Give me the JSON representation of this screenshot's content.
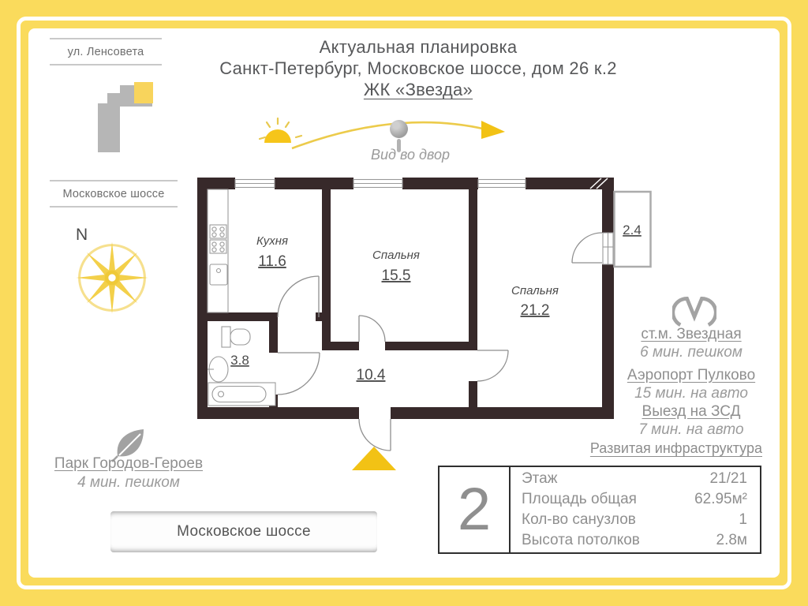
{
  "colors": {
    "frame_yellow": "#FADB5C",
    "accent_yellow": "#F2C215",
    "sun_yellow": "#F6C51A",
    "wall_dark": "#37292A",
    "gray_text": "#8F8F8F",
    "dark_text": "#4C4C4C"
  },
  "header": {
    "line1": "Актуальная планировка",
    "line2": "Санкт-Петербург, Московское шоссе, дом 26 к.2",
    "line3": "ЖК «Звезда»"
  },
  "map": {
    "street_top": "ул. Ленсовета",
    "street_left": "Московское шоссе",
    "street_bottom": "Московское шоссе",
    "compass_n": "N"
  },
  "view": {
    "label": "Вид во двор"
  },
  "floorplan": {
    "rooms": {
      "kitchen": {
        "name": "Кухня",
        "area": "11.6"
      },
      "bedroom1": {
        "name": "Спальня",
        "area": "15.5"
      },
      "bedroom2": {
        "name": "Спальня",
        "area": "21.2"
      },
      "bathroom": {
        "area": "3.8"
      },
      "hallway": {
        "area": "10.4"
      },
      "balcony": {
        "area": "2.4"
      }
    }
  },
  "transport": {
    "metro_name": "ст.м. Звездная",
    "metro_time": "6 мин. пешком",
    "airport_name": "Аэропорт Пулково",
    "airport_time": "15 мин. на авто",
    "highway_name": "Выезд на ЗСД",
    "highway_time": "7 мин. на авто"
  },
  "infrastructure_label": "Развитая инфраструктура",
  "park": {
    "name": "Парк Городов-Героев",
    "time": "4 мин. пешком"
  },
  "info_box": {
    "rooms_number": "2",
    "rows": [
      {
        "label": "Этаж",
        "value": "21/21"
      },
      {
        "label": "Площадь общая",
        "value": "62.95м²"
      },
      {
        "label": "Кол-во санузлов",
        "value": "1"
      },
      {
        "label": "Высота потолков",
        "value": "2.8м"
      }
    ]
  }
}
